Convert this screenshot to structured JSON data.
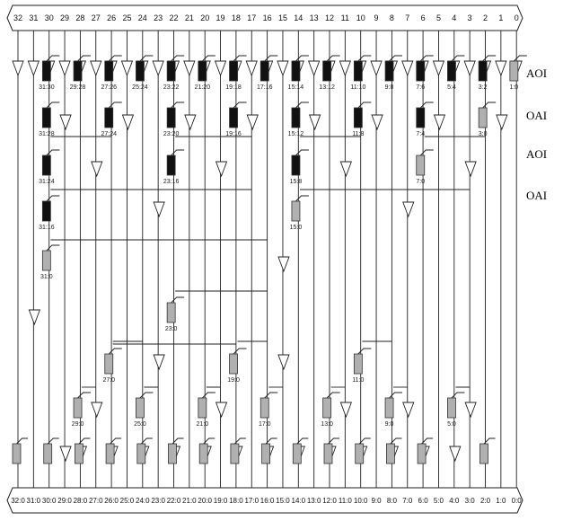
{
  "diagram": {
    "type": "parallel-prefix-adder",
    "top_bits": [
      "32",
      "31",
      "30",
      "29",
      "28",
      "27",
      "26",
      "25",
      "24",
      "23",
      "22",
      "21",
      "20",
      "19",
      "18",
      "17",
      "16",
      "15",
      "14",
      "13",
      "12",
      "11",
      "10",
      "9",
      "8",
      "7",
      "6",
      "5",
      "4",
      "3",
      "2",
      "1",
      "0"
    ],
    "bottom_outputs": [
      "32:0",
      "31:0",
      "30:0",
      "29:0",
      "28:0",
      "27:0",
      "26:0",
      "25:0",
      "24:0",
      "23:0",
      "22:0",
      "21:0",
      "20:0",
      "19:0",
      "18:0",
      "17:0",
      "16:0",
      "15:0",
      "14:0",
      "13:0",
      "12:0",
      "11:0",
      "10:0",
      "9:0",
      "8:0",
      "7:0",
      "6:0",
      "5:0",
      "4:0",
      "3:0",
      "2:0",
      "1:0",
      "0:0"
    ],
    "row_labels": [
      "AOI",
      "OAI",
      "AOI",
      "OAI"
    ],
    "colors": {
      "aoi_black": "#111111",
      "gray_cell": "#b0b0b0",
      "line": "#222222"
    },
    "nodes": [
      {
        "bit": 31,
        "label": "31:30",
        "shade": "black",
        "level": 1
      },
      {
        "bit": 29,
        "label": "29:28",
        "shade": "black",
        "level": 1
      },
      {
        "bit": 27,
        "label": "27:26",
        "shade": "black",
        "level": 1
      },
      {
        "bit": 25,
        "label": "25:24",
        "shade": "black",
        "level": 1
      },
      {
        "bit": 23,
        "label": "23:22",
        "shade": "black",
        "level": 1
      },
      {
        "bit": 21,
        "label": "21:20",
        "shade": "black",
        "level": 1
      },
      {
        "bit": 19,
        "label": "19:18",
        "shade": "black",
        "level": 1
      },
      {
        "bit": 17,
        "label": "17:16",
        "shade": "black",
        "level": 1
      },
      {
        "bit": 15,
        "label": "15:14",
        "shade": "black",
        "level": 1
      },
      {
        "bit": 13,
        "label": "13:12",
        "shade": "black",
        "level": 1
      },
      {
        "bit": 11,
        "label": "11:10",
        "shade": "black",
        "level": 1
      },
      {
        "bit": 9,
        "label": "9:8",
        "shade": "black",
        "level": 1
      },
      {
        "bit": 7,
        "label": "7:6",
        "shade": "black",
        "level": 1
      },
      {
        "bit": 5,
        "label": "5:4",
        "shade": "black",
        "level": 1
      },
      {
        "bit": 3,
        "label": "3:2",
        "shade": "black",
        "level": 1
      },
      {
        "bit": 1,
        "label": "1:0",
        "shade": "gray",
        "level": 1
      },
      {
        "bit": 31,
        "label": "31:28",
        "shade": "black",
        "level": 2
      },
      {
        "bit": 27,
        "label": "27:24",
        "shade": "black",
        "level": 2
      },
      {
        "bit": 23,
        "label": "23:20",
        "shade": "black",
        "level": 2
      },
      {
        "bit": 19,
        "label": "19:16",
        "shade": "black",
        "level": 2
      },
      {
        "bit": 15,
        "label": "15:12",
        "shade": "black",
        "level": 2
      },
      {
        "bit": 11,
        "label": "11:8",
        "shade": "black",
        "level": 2
      },
      {
        "bit": 7,
        "label": "7:4",
        "shade": "black",
        "level": 2
      },
      {
        "bit": 3,
        "label": "3:0",
        "shade": "gray",
        "level": 2
      },
      {
        "bit": 31,
        "label": "31:24",
        "shade": "black",
        "level": 3
      },
      {
        "bit": 23,
        "label": "23:16",
        "shade": "black",
        "level": 3
      },
      {
        "bit": 15,
        "label": "15:8",
        "shade": "black",
        "level": 3
      },
      {
        "bit": 7,
        "label": "7:0",
        "shade": "gray",
        "level": 3
      },
      {
        "bit": 31,
        "label": "31:16",
        "shade": "black",
        "level": 4
      },
      {
        "bit": 15,
        "label": "15:0",
        "shade": "gray",
        "level": 4
      },
      {
        "bit": 31,
        "label": "31:0",
        "shade": "gray",
        "level": 5
      },
      {
        "bit": 23,
        "label": "23:0",
        "shade": "gray",
        "level": 6
      },
      {
        "bit": 27,
        "label": "27:0",
        "shade": "gray",
        "level": 7
      },
      {
        "bit": 19,
        "label": "19:0",
        "shade": "gray",
        "level": 7
      },
      {
        "bit": 11,
        "label": "11:0",
        "shade": "gray",
        "level": 7
      },
      {
        "bit": 29,
        "label": "29:0",
        "shade": "gray",
        "level": 8
      },
      {
        "bit": 25,
        "label": "25:0",
        "shade": "gray",
        "level": 8
      },
      {
        "bit": 21,
        "label": "21:0",
        "shade": "gray",
        "level": 8
      },
      {
        "bit": 17,
        "label": "17:0",
        "shade": "gray",
        "level": 8
      },
      {
        "bit": 13,
        "label": "13:0",
        "shade": "gray",
        "level": 8
      },
      {
        "bit": 9,
        "label": "9:0",
        "shade": "gray",
        "level": 8
      },
      {
        "bit": 5,
        "label": "5:0",
        "shade": "gray",
        "level": 8
      }
    ],
    "final_cells": [
      32,
      30,
      28,
      26,
      24,
      22,
      20,
      18,
      16,
      14,
      12,
      10,
      8,
      6,
      2
    ]
  }
}
